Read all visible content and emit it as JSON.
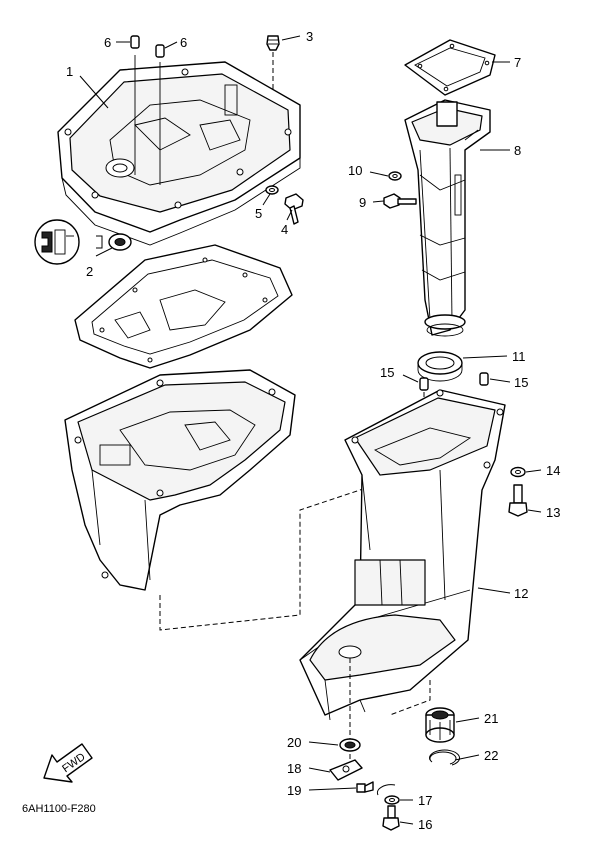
{
  "callouts": {
    "c1": "1",
    "c2": "2",
    "c3": "3",
    "c4": "4",
    "c5": "5",
    "c6a": "6",
    "c6b": "6",
    "c7": "7",
    "c8": "8",
    "c9": "9",
    "c10": "10",
    "c11": "11",
    "c12": "12",
    "c13": "13",
    "c14": "14",
    "c15a": "15",
    "c15b": "15",
    "c16": "16",
    "c17": "17",
    "c18": "18",
    "c19": "19",
    "c20": "20",
    "c21": "21",
    "c22": "22"
  },
  "fwd_label": "FWD",
  "drawing_code": "6AH1100-F280"
}
